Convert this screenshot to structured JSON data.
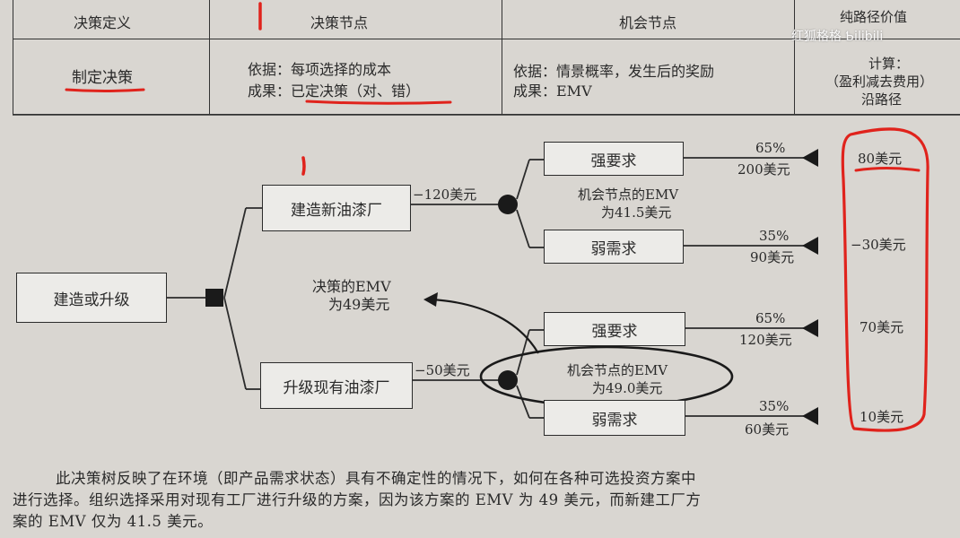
{
  "header": {
    "col1_title": "决策定义",
    "col2_title": "决策节点",
    "col3_title": "机会节点",
    "col4_title": "纯路径价值",
    "col1_value": "制定决策",
    "col2_line1": "依据：每项选择的成本",
    "col2_line2_prefix": "成果：",
    "col2_line2_emph": "已定决策（对、错）",
    "col3_line1": "依据：情景概率，发生后的奖励",
    "col3_line2": "成果：EMV",
    "col4_line1": "计算：",
    "col4_line2": "（盈利减去费用）",
    "col4_line3": "沿路径"
  },
  "watermark": "红狐格格 Ƅilibili",
  "tree": {
    "root": "建造或升级",
    "option_new": "建造新油漆厂",
    "option_upgrade": "升级现有油漆厂",
    "cost_new": "−120美元",
    "cost_upgrade": "−50美元",
    "decision_emv_line1": "决策的EMV",
    "decision_emv_line2": "为49美元",
    "chance_new_line1": "机会节点的EMV",
    "chance_new_line2": "为41.5美元",
    "chance_upgrade_line1": "机会节点的EMV",
    "chance_upgrade_line2": "为49.0美元",
    "outcomes": [
      {
        "label": "强要求",
        "prob": "65%",
        "payoff": "200美元",
        "path_value": "80美元"
      },
      {
        "label": "弱需求",
        "prob": "35%",
        "payoff": "90美元",
        "path_value": "−30美元"
      },
      {
        "label": "强要求",
        "prob": "65%",
        "payoff": "120美元",
        "path_value": "70美元"
      },
      {
        "label": "弱需求",
        "prob": "35%",
        "payoff": "60美元",
        "path_value": "10美元"
      }
    ]
  },
  "caption": {
    "line1": "此决策树反映了在环境（即产品需求状态）具有不确定性的情况下，如何在各种可选投资方案中",
    "line2": "进行选择。组织选择采用对现有工厂进行升级的方案，因为该方案的 EMV 为 49 美元，而新建工厂方",
    "line3": "案的 EMV 仅为 41.5 美元。"
  },
  "colors": {
    "annotation_red": "#e0231c",
    "ink": "#2a2a2a",
    "paper": "#d9d6d1"
  }
}
